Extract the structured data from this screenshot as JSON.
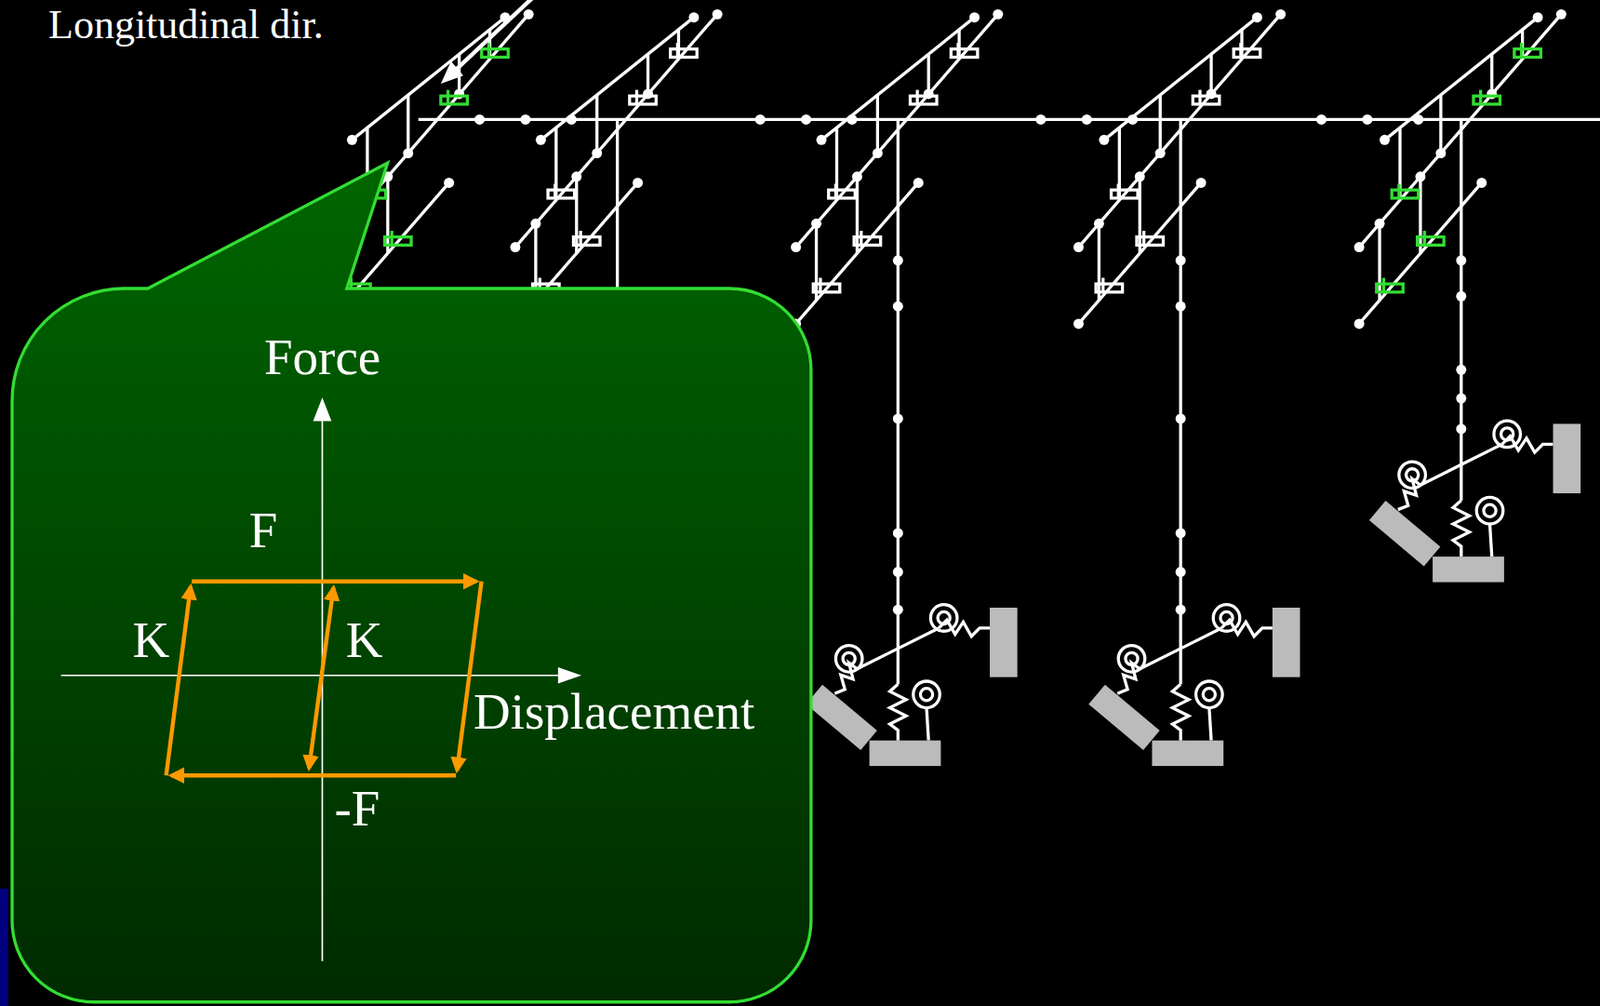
{
  "diagram": {
    "nodes": [
      {
        "text": [
          "Force",
          "F",
          "K",
          "K",
          "Displacement",
          "-F"
        ]
      }
    ],
    "labels": [
      "Longitudinal dir."
    ]
  }
}
